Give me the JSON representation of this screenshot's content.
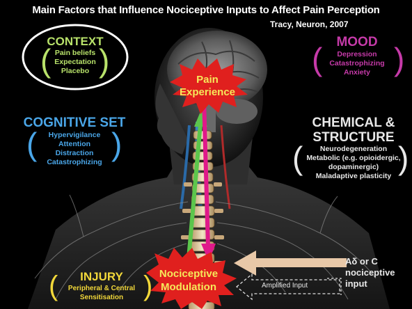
{
  "title": "Main Factors that Influence Nociceptive Inputs to Affect Pain Perception",
  "citation": "Tracy, Neuron, 2007",
  "colors": {
    "context": "#b8e26a",
    "mood": "#c53aa8",
    "cognitive": "#4aa6e8",
    "chemical": "#e8e8e8",
    "injury": "#f2d83a",
    "burst": "#e0201e",
    "burst_text": "#f6e85a",
    "up_arrow": "#5cc64c",
    "down_arrow": "#e0198a",
    "input_arrow": "#e8c8a8"
  },
  "context": {
    "heading": "CONTEXT",
    "items": [
      "Pain beliefs",
      "Expectation",
      "Placebo"
    ]
  },
  "mood": {
    "heading": "MOOD",
    "items": [
      "Depression",
      "Catastrophizing",
      "Anxiety"
    ]
  },
  "cognitive_set": {
    "heading": "COGNITIVE SET",
    "items": [
      "Hypervigilance",
      "Attention",
      "Distraction",
      "Catastrophizing"
    ]
  },
  "chemical_structure": {
    "heading_line1": "CHEMICAL &",
    "heading_line2": "STRUCTURE",
    "items": [
      "Neurodegeneration",
      "Metabolic (e.g. opioidergic,",
      "dopaminergic)",
      "Maladaptive plasticity"
    ]
  },
  "injury": {
    "heading": "INJURY",
    "items": [
      "Peripheral & Central",
      "Sensitisation"
    ]
  },
  "pain_experience": {
    "line1": "Pain",
    "line2": "Experience"
  },
  "nociceptive_modulation": {
    "line1": "Nociceptive",
    "line2": "Modulation"
  },
  "amplified_input": "Amplified Input",
  "nociceptive_input": {
    "line1": "Aδ or C",
    "line2": "nociceptive",
    "line3": "input"
  }
}
